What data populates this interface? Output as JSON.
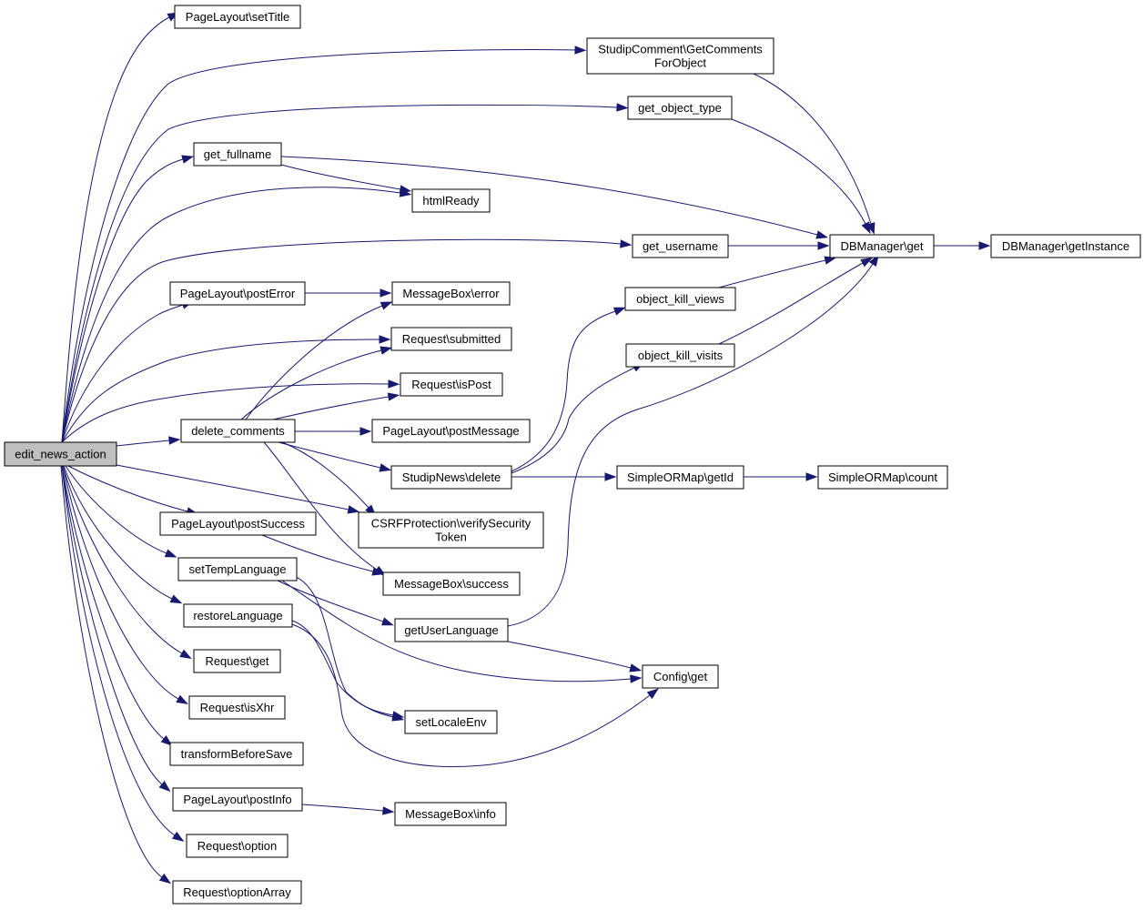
{
  "diagram": {
    "type": "call-graph",
    "colors": {
      "edge": "#191970",
      "node_border": "#000000",
      "root_fill": "#bfbfbf",
      "node_fill": "#ffffff"
    },
    "nodes": [
      {
        "id": "edit_news_action",
        "label": [
          "edit_news_action"
        ],
        "root": true
      },
      {
        "id": "setTitle",
        "label": [
          "PageLayout\\setTitle"
        ]
      },
      {
        "id": "GetComments",
        "label": [
          "StudipComment\\GetComments",
          "ForObject"
        ]
      },
      {
        "id": "get_object_type",
        "label": [
          "get_object_type"
        ]
      },
      {
        "id": "get_fullname",
        "label": [
          "get_fullname"
        ]
      },
      {
        "id": "htmlReady",
        "label": [
          "htmlReady"
        ]
      },
      {
        "id": "get_username",
        "label": [
          "get_username"
        ]
      },
      {
        "id": "DBManager_get",
        "label": [
          "DBManager\\get"
        ]
      },
      {
        "id": "getInstance",
        "label": [
          "DBManager\\getInstance"
        ]
      },
      {
        "id": "postError",
        "label": [
          "PageLayout\\postError"
        ]
      },
      {
        "id": "mb_error",
        "label": [
          "MessageBox\\error"
        ]
      },
      {
        "id": "object_kill_views",
        "label": [
          "object_kill_views"
        ]
      },
      {
        "id": "submitted",
        "label": [
          "Request\\submitted"
        ]
      },
      {
        "id": "object_kill_visits",
        "label": [
          "object_kill_visits"
        ]
      },
      {
        "id": "isPost",
        "label": [
          "Request\\isPost"
        ]
      },
      {
        "id": "delete_comments",
        "label": [
          "delete_comments"
        ]
      },
      {
        "id": "postMessage",
        "label": [
          "PageLayout\\postMessage"
        ]
      },
      {
        "id": "news_delete",
        "label": [
          "StudipNews\\delete"
        ]
      },
      {
        "id": "getId",
        "label": [
          "SimpleORMap\\getId"
        ]
      },
      {
        "id": "count",
        "label": [
          "SimpleORMap\\count"
        ]
      },
      {
        "id": "postSuccess",
        "label": [
          "PageLayout\\postSuccess"
        ]
      },
      {
        "id": "csrf",
        "label": [
          "CSRFProtection\\verifySecurity",
          "Token"
        ]
      },
      {
        "id": "setTempLanguage",
        "label": [
          "setTempLanguage"
        ]
      },
      {
        "id": "mb_success",
        "label": [
          "MessageBox\\success"
        ]
      },
      {
        "id": "restoreLanguage",
        "label": [
          "restoreLanguage"
        ]
      },
      {
        "id": "getUserLanguage",
        "label": [
          "getUserLanguage"
        ]
      },
      {
        "id": "req_get",
        "label": [
          "Request\\get"
        ]
      },
      {
        "id": "config_get",
        "label": [
          "Config\\get"
        ]
      },
      {
        "id": "isXhr",
        "label": [
          "Request\\isXhr"
        ]
      },
      {
        "id": "setLocaleEnv",
        "label": [
          "setLocaleEnv"
        ]
      },
      {
        "id": "transformBeforeSave",
        "label": [
          "transformBeforeSave"
        ]
      },
      {
        "id": "postInfo",
        "label": [
          "PageLayout\\postInfo"
        ]
      },
      {
        "id": "mb_info",
        "label": [
          "MessageBox\\info"
        ]
      },
      {
        "id": "option",
        "label": [
          "Request\\option"
        ]
      },
      {
        "id": "optionArray",
        "label": [
          "Request\\optionArray"
        ]
      }
    ],
    "edges": [
      [
        "edit_news_action",
        "setTitle"
      ],
      [
        "edit_news_action",
        "GetComments"
      ],
      [
        "edit_news_action",
        "get_object_type"
      ],
      [
        "edit_news_action",
        "get_fullname"
      ],
      [
        "edit_news_action",
        "htmlReady"
      ],
      [
        "edit_news_action",
        "get_username"
      ],
      [
        "edit_news_action",
        "postError"
      ],
      [
        "edit_news_action",
        "submitted"
      ],
      [
        "edit_news_action",
        "isPost"
      ],
      [
        "edit_news_action",
        "delete_comments"
      ],
      [
        "edit_news_action",
        "csrf"
      ],
      [
        "edit_news_action",
        "postSuccess"
      ],
      [
        "edit_news_action",
        "setTempLanguage"
      ],
      [
        "edit_news_action",
        "restoreLanguage"
      ],
      [
        "edit_news_action",
        "req_get"
      ],
      [
        "edit_news_action",
        "isXhr"
      ],
      [
        "edit_news_action",
        "transformBeforeSave"
      ],
      [
        "edit_news_action",
        "postInfo"
      ],
      [
        "edit_news_action",
        "option"
      ],
      [
        "edit_news_action",
        "optionArray"
      ],
      [
        "GetComments",
        "DBManager_get"
      ],
      [
        "get_object_type",
        "DBManager_get"
      ],
      [
        "get_fullname",
        "DBManager_get"
      ],
      [
        "get_fullname",
        "htmlReady"
      ],
      [
        "get_username",
        "DBManager_get"
      ],
      [
        "DBManager_get",
        "getInstance"
      ],
      [
        "postError",
        "mb_error"
      ],
      [
        "object_kill_views",
        "DBManager_get"
      ],
      [
        "object_kill_visits",
        "DBManager_get"
      ],
      [
        "delete_comments",
        "mb_error"
      ],
      [
        "delete_comments",
        "submitted"
      ],
      [
        "delete_comments",
        "isPost"
      ],
      [
        "delete_comments",
        "postMessage"
      ],
      [
        "delete_comments",
        "news_delete"
      ],
      [
        "delete_comments",
        "csrf"
      ],
      [
        "delete_comments",
        "mb_success"
      ],
      [
        "news_delete",
        "object_kill_views"
      ],
      [
        "news_delete",
        "object_kill_visits"
      ],
      [
        "news_delete",
        "getId"
      ],
      [
        "getId",
        "count"
      ],
      [
        "postSuccess",
        "mb_success"
      ],
      [
        "setTempLanguage",
        "getUserLanguage"
      ],
      [
        "setTempLanguage",
        "config_get"
      ],
      [
        "setTempLanguage",
        "setLocaleEnv"
      ],
      [
        "restoreLanguage",
        "setLocaleEnv"
      ],
      [
        "restoreLanguage",
        "config_get"
      ],
      [
        "getUserLanguage",
        "DBManager_get"
      ],
      [
        "getUserLanguage",
        "config_get"
      ],
      [
        "postInfo",
        "mb_info"
      ]
    ]
  }
}
